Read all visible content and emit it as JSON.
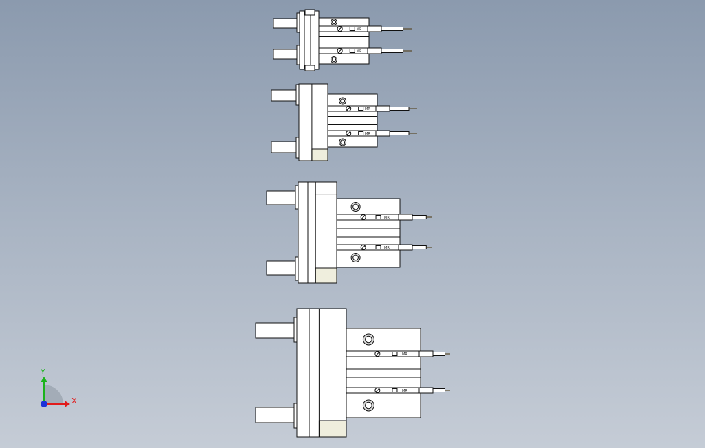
{
  "scene": {
    "background_top": "#8b9aae",
    "background_bottom": "#c5ccd6",
    "part_fill": "#ffffff",
    "part_stroke": "#111111",
    "accent_fill": "#efeedd"
  },
  "grippers": [
    {
      "id": "gripper-1",
      "switch_labels": [
        "MR",
        "MR"
      ]
    },
    {
      "id": "gripper-2",
      "switch_labels": [
        "MR",
        "MR"
      ]
    },
    {
      "id": "gripper-3",
      "switch_labels": [
        "MR",
        "MR"
      ]
    },
    {
      "id": "gripper-4",
      "switch_labels": [
        "MR",
        "MR"
      ]
    }
  ],
  "triad": {
    "x_label": "X",
    "y_label": "Y",
    "x_color": "#e11b1b",
    "y_color": "#1bb31b",
    "z_color": "#1b33d9"
  }
}
